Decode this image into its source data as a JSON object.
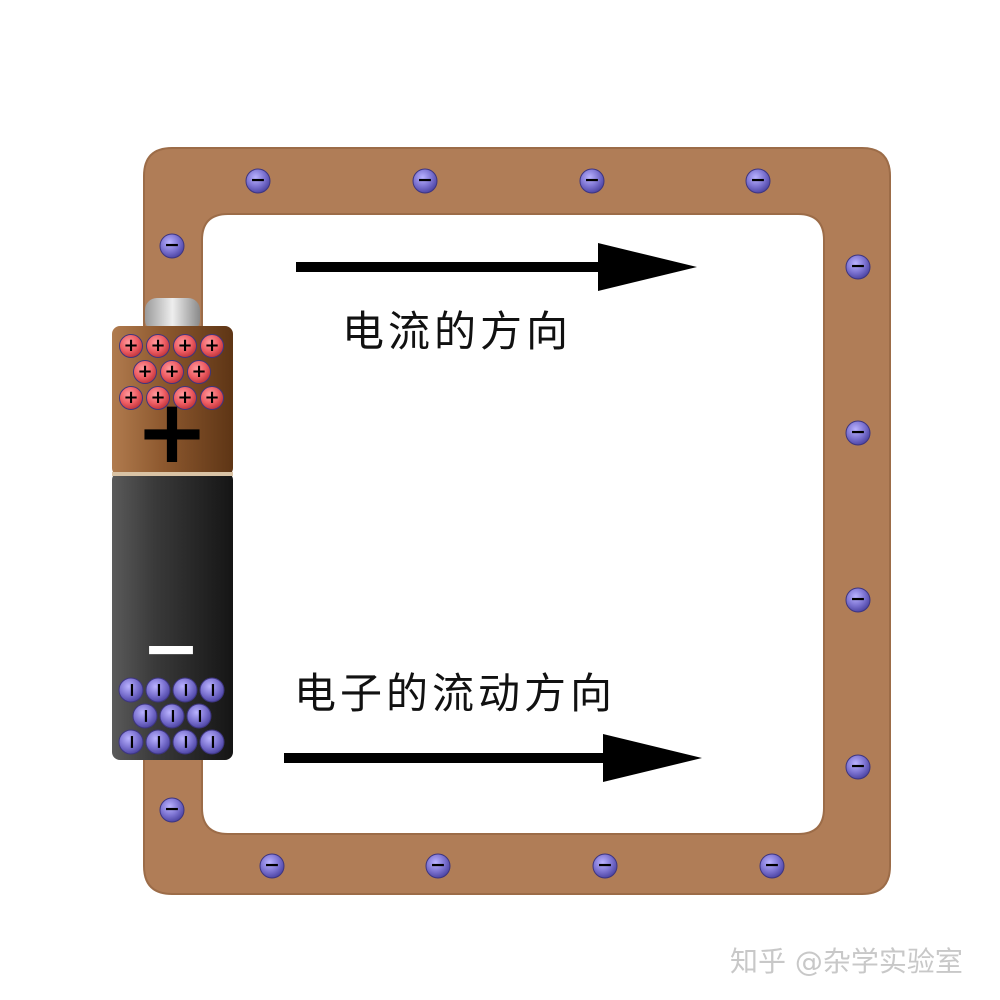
{
  "labels": {
    "current_direction": "电流的方向",
    "electron_flow_direction": "电子的流动方向"
  },
  "battery": {
    "positive_terminal_symbol": "+",
    "negative_terminal_symbol": "−",
    "positive_charge_symbol": "+",
    "negative_charge_symbol": "−"
  },
  "wire": {
    "electron_symbol": "−"
  },
  "watermark": "知乎 @杂学实验室",
  "colors": {
    "wire": "#b07d57",
    "electron": "#7b72d0",
    "positive_charge": "#ee5d63",
    "battery_top": "#8f5a30",
    "battery_body": "#3a3a3a",
    "arrow": "#000000"
  }
}
